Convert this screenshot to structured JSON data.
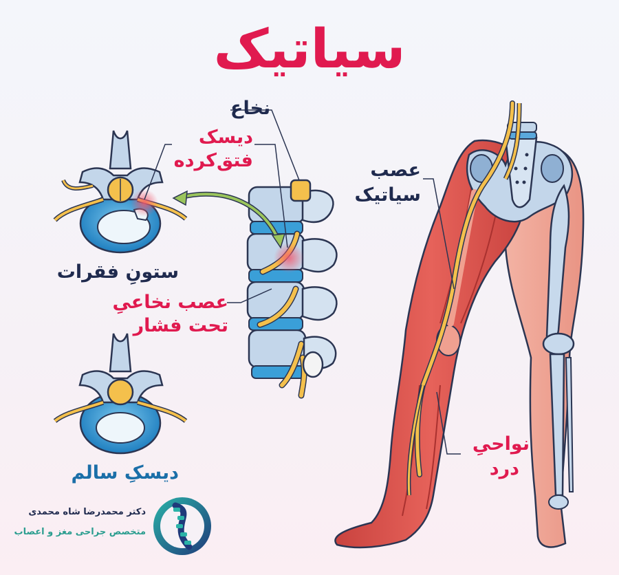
{
  "title": "سیاتیک",
  "labels": {
    "spinal_cord": "نخاع",
    "herniated_disc_line1": "دیسک",
    "herniated_disc_line2": "فتق‌کرده",
    "sciatic_nerve_line1": "عصب",
    "sciatic_nerve_line2": "سیاتیک",
    "vertebral_column": "ستونِ فقرات",
    "compressed_nerve_line1": "عصب نخاعیِ",
    "compressed_nerve_line2": "تحت فشار",
    "healthy_disc": "دیسکِ سالم",
    "pain_area_line1": "نواحیِ",
    "pain_area_line2": "درد"
  },
  "logo": {
    "doctor_name": "دکتر محمدرضا شاه محمدی",
    "specialty": "متخصص جراحی مغز و اعصاب"
  },
  "colors": {
    "title": "#e01a4f",
    "label_dark": "#1f2a4e",
    "label_red": "#e01a4f",
    "label_blue": "#1b6fa8",
    "nerve": "#f4c04c",
    "bone": "#b9cfe6",
    "disc": "#3a9fd8",
    "muscle": "#e0584f",
    "skin": "#f2a999",
    "arrow": "#9bc55c"
  }
}
